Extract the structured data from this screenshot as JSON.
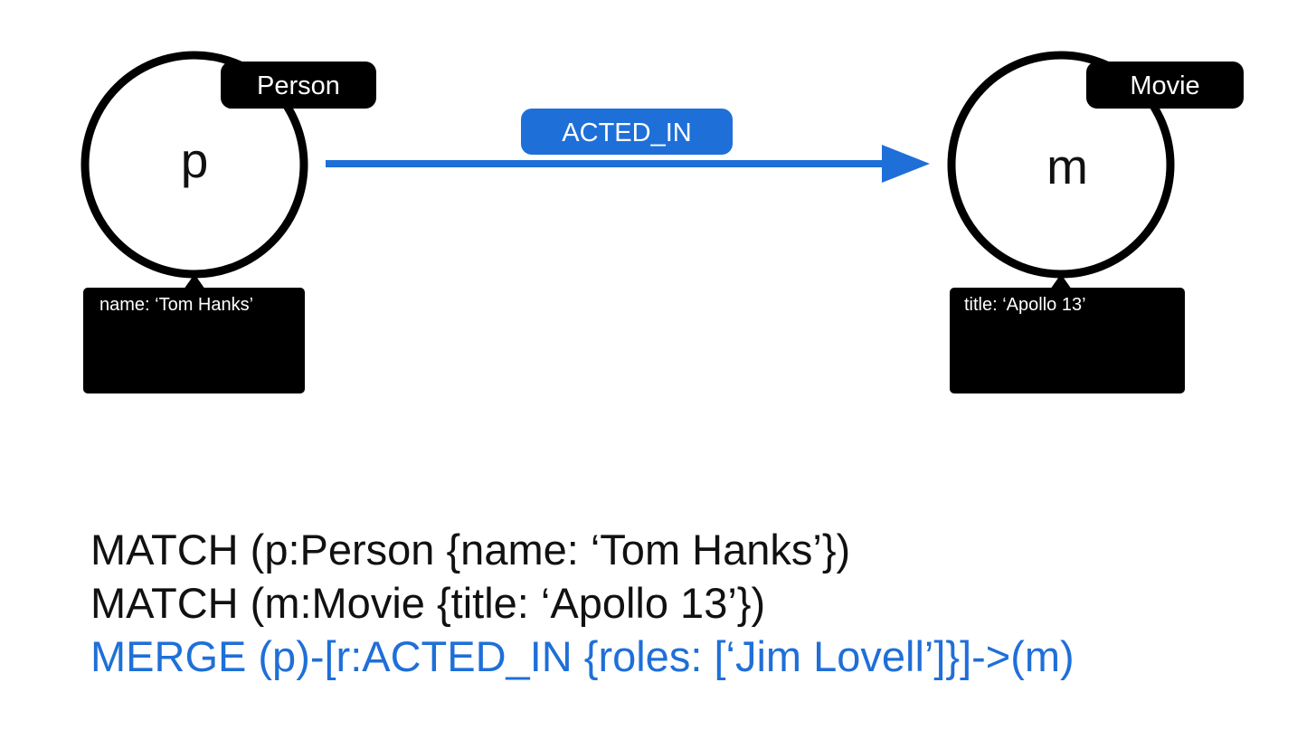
{
  "diagram": {
    "colors": {
      "node_stroke": "#000000",
      "label_fill": "#000000",
      "relationship": "#1f6fd8",
      "text_dark": "#111111",
      "text_light": "#ffffff"
    },
    "nodes": {
      "person": {
        "variable": "p",
        "label": "Person",
        "property": "name: ‘Tom Hanks’"
      },
      "movie": {
        "variable": "m",
        "label": "Movie",
        "property": "title: ‘Apollo 13’"
      }
    },
    "relationship": {
      "type": "ACTED_IN",
      "direction": "person-to-movie"
    }
  },
  "query": {
    "lines": [
      "MATCH (p:Person {name: ‘Tom Hanks’})",
      "MATCH (m:Movie {title: ‘Apollo 13’})",
      "MERGE (p)-[r:ACTED_IN {roles: [‘Jim Lovell’]}]->(m)"
    ]
  }
}
